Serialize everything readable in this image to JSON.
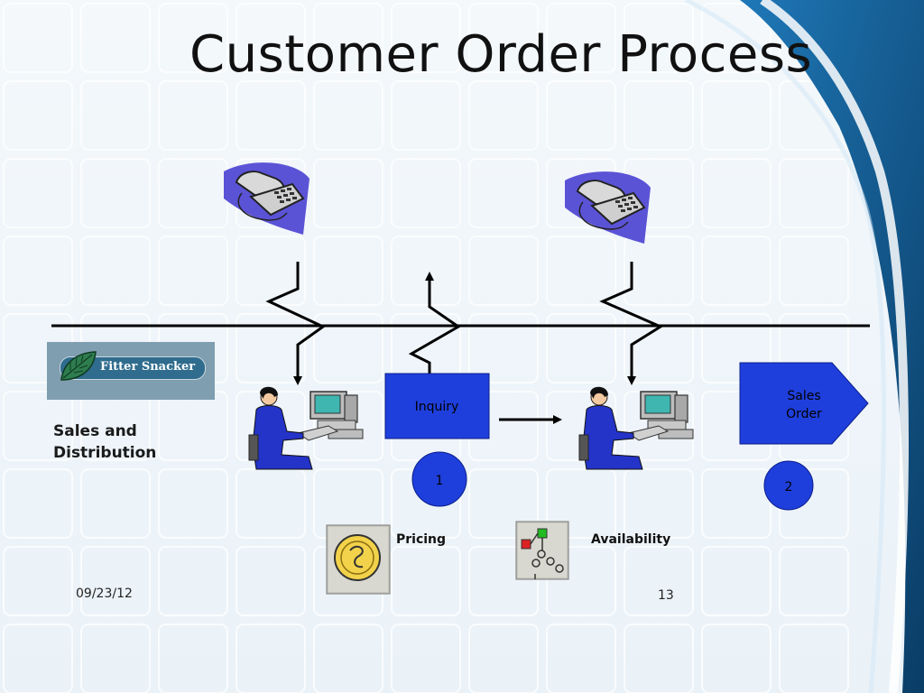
{
  "slide": {
    "title": "Customer Order Process",
    "date": "09/23/12",
    "page_number": "13"
  },
  "logo": {
    "text": "Fitter Snacker"
  },
  "lane_label": {
    "line1": "Sales and",
    "line2": "Distribution"
  },
  "boxes": {
    "inquiry": "Inquiry",
    "sales_order_line1": "Sales",
    "sales_order_line2": "Order"
  },
  "circles": {
    "first": "1",
    "second": "2"
  },
  "transactions": {
    "pricing": "Pricing",
    "availability": "Availability"
  },
  "colors": {
    "process_blue": "#1f3fdc",
    "swoosh_dark": "#0d4f7e",
    "swoosh_light": "#2a8bc7",
    "phone_bg": "#5b53d6"
  }
}
